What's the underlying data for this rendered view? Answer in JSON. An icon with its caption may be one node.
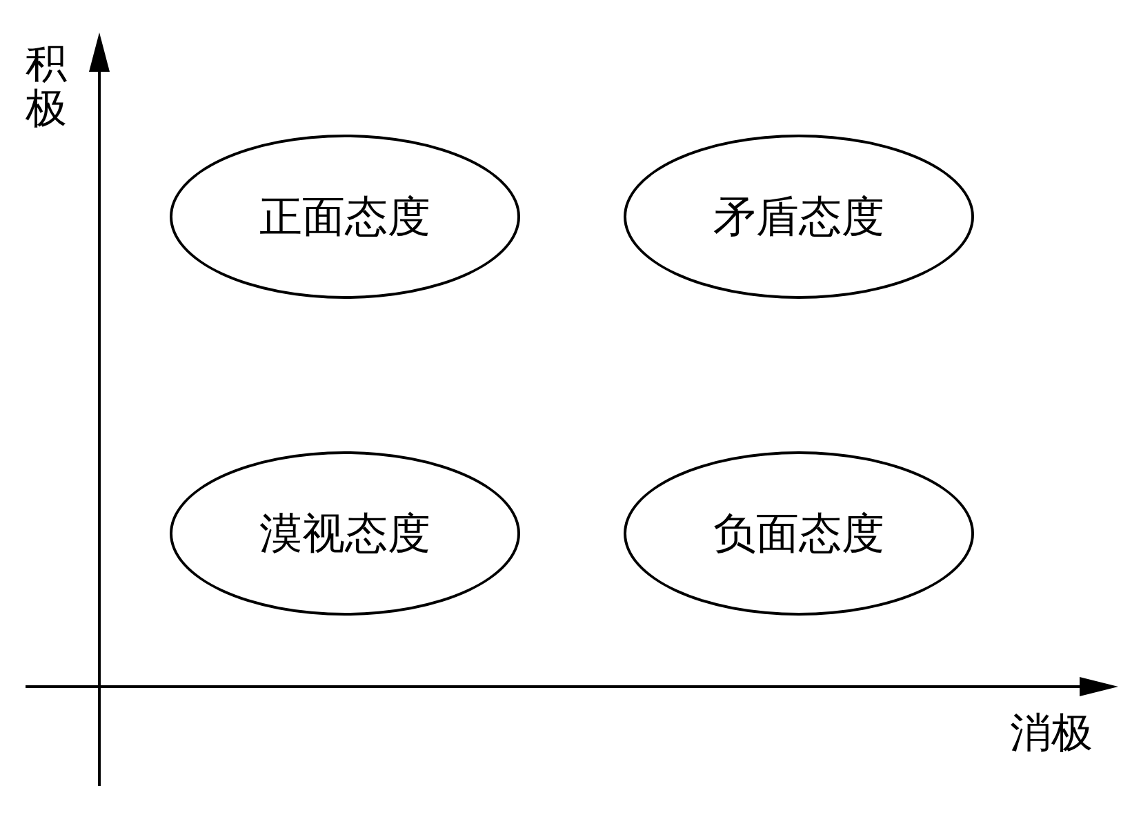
{
  "diagram": {
    "nodes": [
      {
        "text": [
          "正面态度"
        ]
      },
      {
        "text": [
          "矛盾态度"
        ]
      },
      {
        "text": [
          "漠视态度"
        ]
      },
      {
        "text": [
          "负面态度"
        ]
      }
    ],
    "labels": [
      "积极",
      "消极"
    ]
  }
}
